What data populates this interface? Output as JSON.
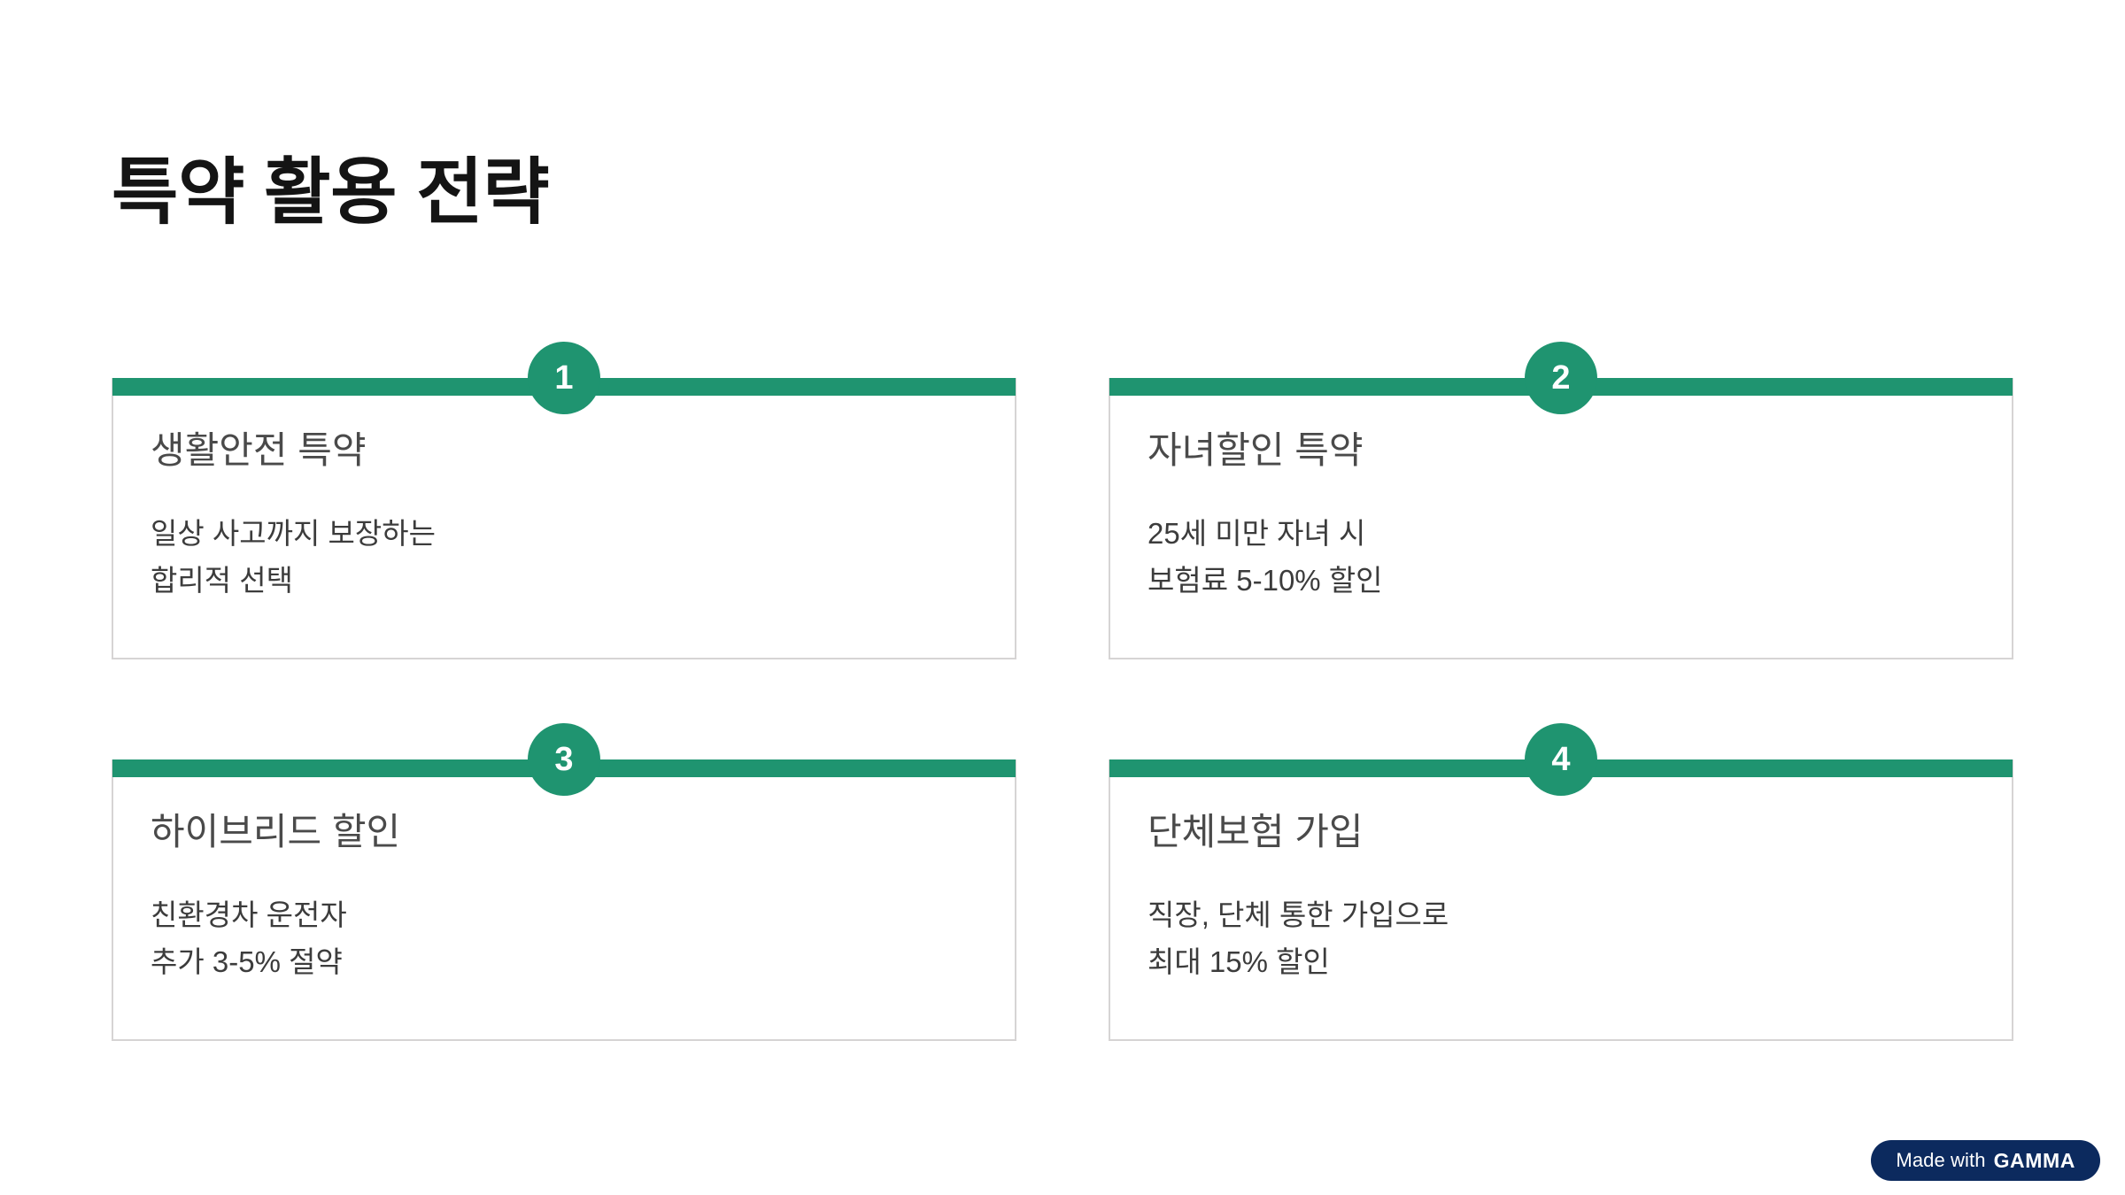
{
  "slide": {
    "title": "특약 활용 전략",
    "accent_color": "#1F9470",
    "card_border_color": "#D6D4D4",
    "background_color": "#FFFFFF"
  },
  "cards": [
    {
      "badge": "1",
      "title": "생활안전 특약",
      "body_line1": "일상 사고까지 보장하는",
      "body_line2": "합리적 선택"
    },
    {
      "badge": "2",
      "title": "자녀할인 특약",
      "body_line1": "25세 미만 자녀 시",
      "body_line2": "보험료 5-10% 할인"
    },
    {
      "badge": "3",
      "title": "하이브리드 할인",
      "body_line1": "친환경차 운전자",
      "body_line2": "추가 3-5% 절약"
    },
    {
      "badge": "4",
      "title": "단체보험 가입",
      "body_line1": "직장, 단체 통한 가입으로",
      "body_line2": "최대 15% 할인"
    }
  ],
  "footer": {
    "made_with": "Made with",
    "brand": "GAMMA",
    "badge_color": "#0C2A5E"
  }
}
